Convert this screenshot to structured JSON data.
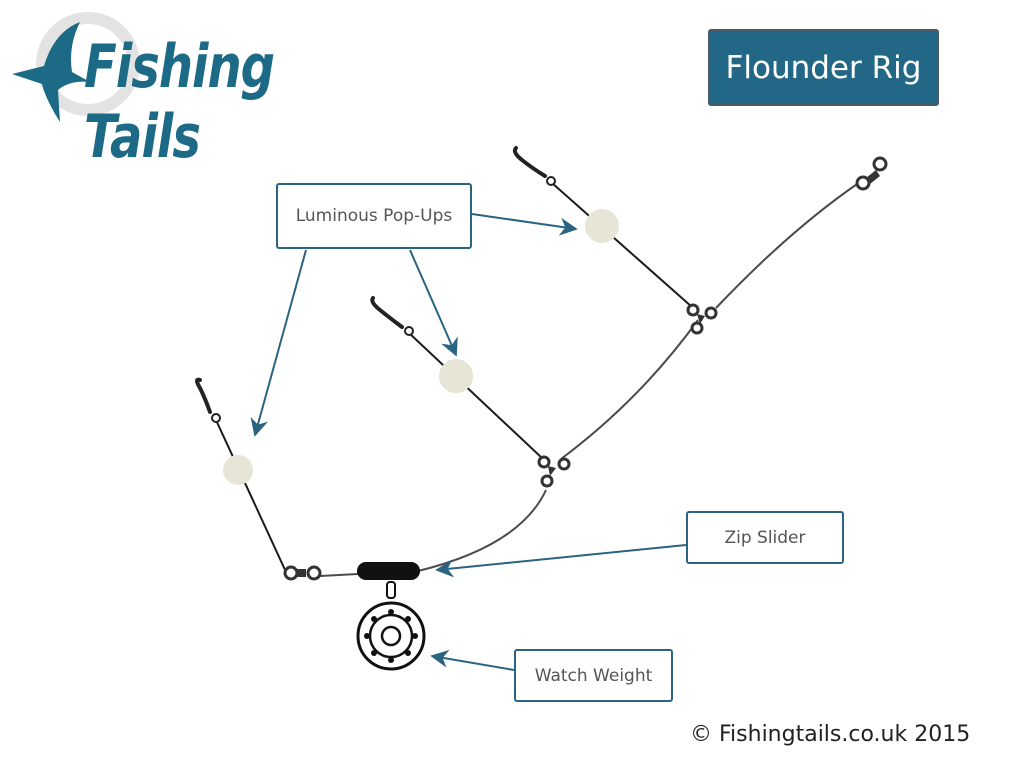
{
  "logo": {
    "text": "Fishing Tails",
    "color": "#1d6a86",
    "swoosh_color": "#e3e3e3"
  },
  "title": {
    "text": "Flounder Rig",
    "background": "#226785"
  },
  "labels": {
    "popups": "Luminous Pop-Ups",
    "zip_slider": "Zip Slider",
    "watch_weight": "Watch Weight"
  },
  "copyright": "© Fishingtails.co.uk 2015",
  "colors": {
    "line": "#1b1b1b",
    "arrow": "#2a6482",
    "bead": "#e7e6d6",
    "swivel": "#333333"
  },
  "icons": [
    "hook-icon",
    "swivel-icon",
    "bead-icon",
    "zip-slider-icon",
    "watch-weight-icon",
    "arrow-icon"
  ]
}
